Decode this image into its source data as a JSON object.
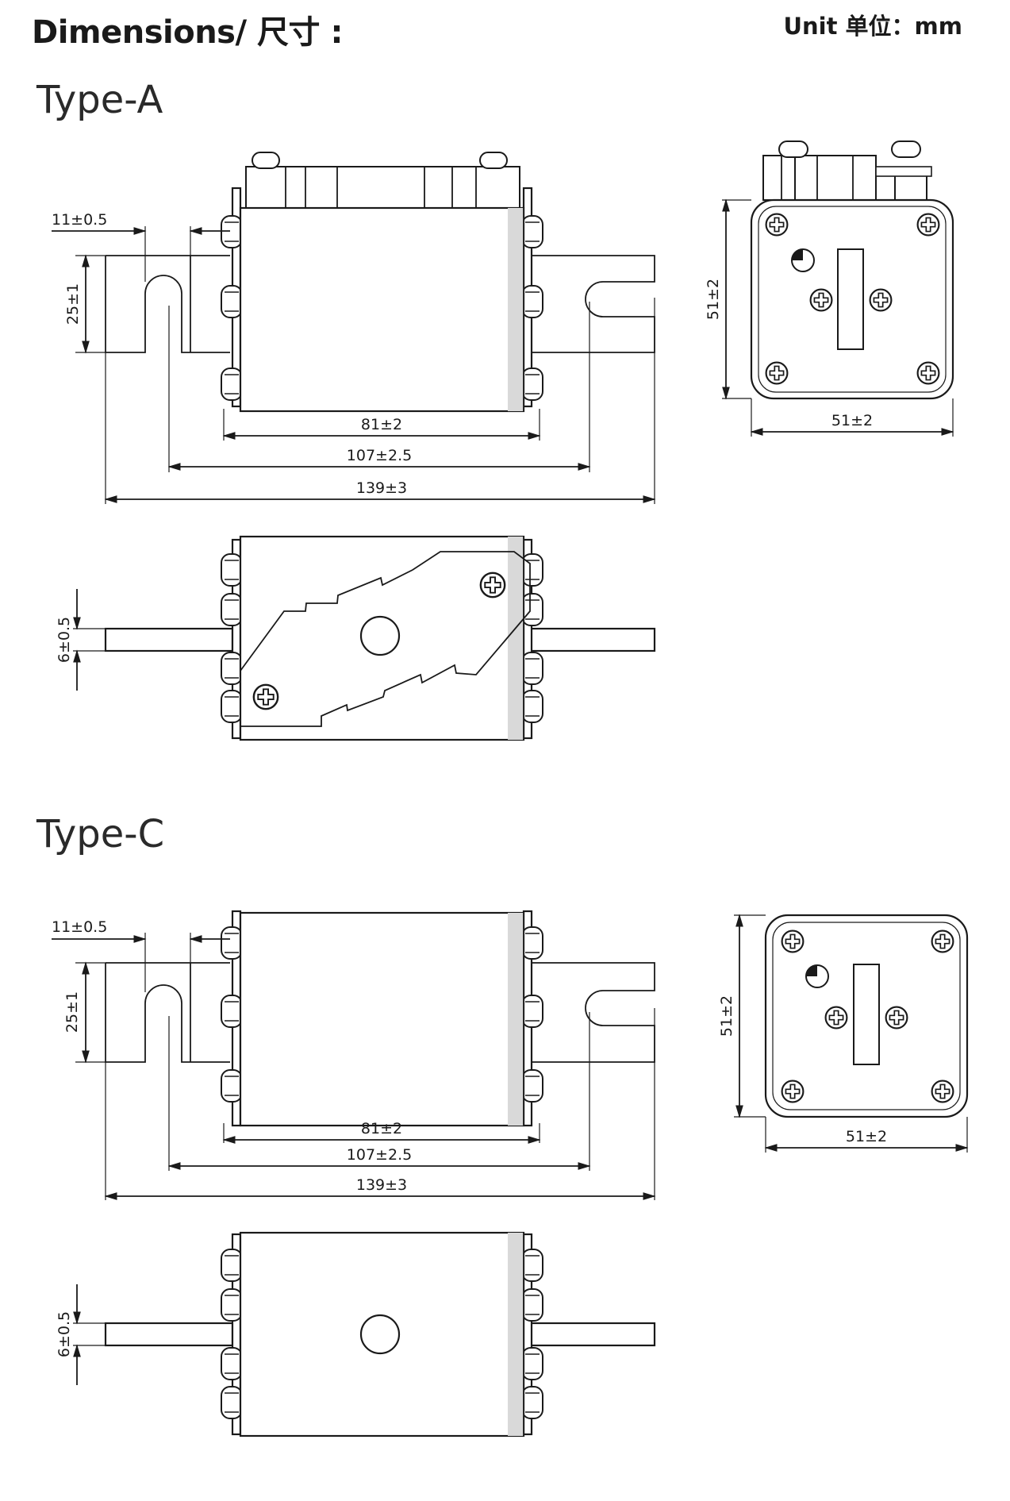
{
  "header": {
    "title": "Dimensions/ 尺寸 :",
    "unit": "Unit 单位：mm"
  },
  "sections": [
    {
      "label": "Type-A",
      "dims": {
        "tab_width": "11±0.5",
        "tab_height": "25±1",
        "body_length": "81±2",
        "slot_distance": "107±2.5",
        "overall_length": "139±3",
        "end_height": "51±2",
        "end_width": "51±2",
        "thickness": "6±0.5"
      }
    },
    {
      "label": "Type-C",
      "dims": {
        "tab_width": "11±0.5",
        "tab_height": "25±1",
        "body_length": "81±2",
        "slot_distance": "107±2.5",
        "overall_length": "139±3",
        "end_height": "51±2",
        "end_width": "51±2",
        "thickness": "6±0.5"
      }
    }
  ]
}
